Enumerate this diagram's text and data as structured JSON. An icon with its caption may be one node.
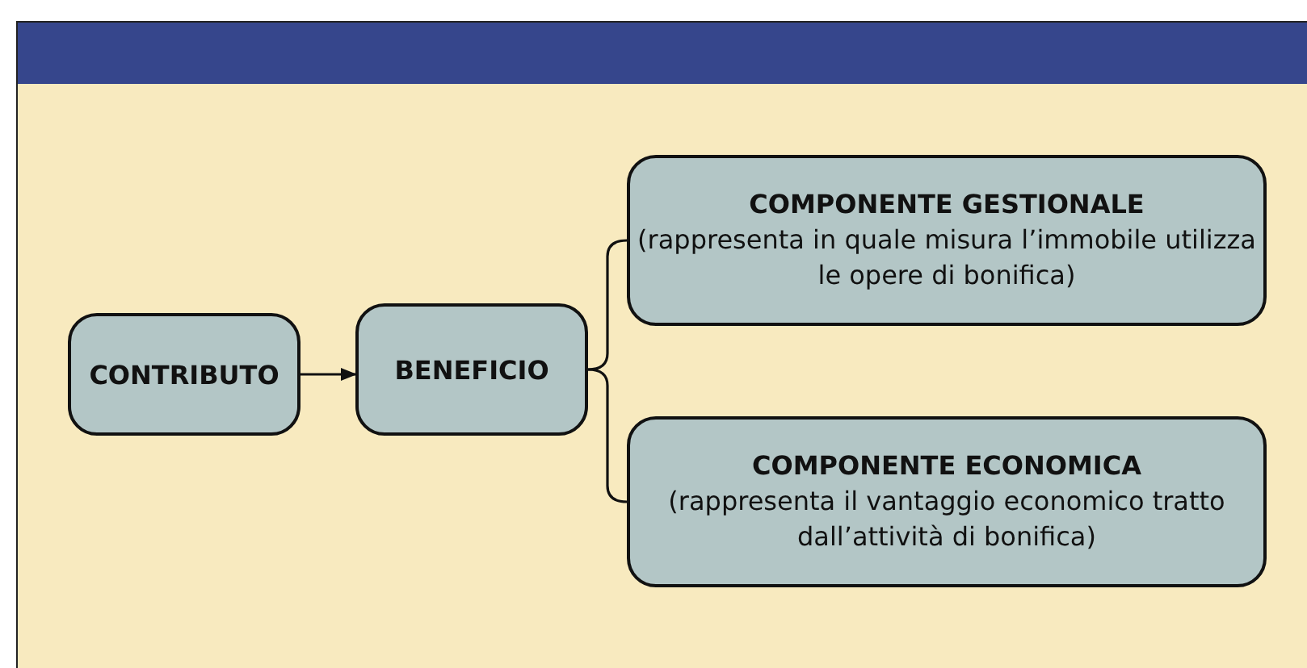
{
  "diagram": {
    "nodes": [
      {
        "text": [
          "CONTRIBUTO"
        ]
      },
      {
        "text": [
          "BENEFICIO"
        ]
      },
      {
        "text": [
          "COMPONENTE GESTIONALE",
          "(rappresenta in quale misura l’immobile utilizza le opere di bonifica)"
        ]
      },
      {
        "text": [
          "COMPONENTE ECONOMICA",
          "(rappresenta il vantaggio economico tratto dall’attività di bonifica)"
        ]
      }
    ],
    "edges": [
      {
        "from": 0,
        "to": 1,
        "arrow": "to"
      },
      {
        "from": 1,
        "to": 2,
        "arrow": "none"
      },
      {
        "from": 1,
        "to": 3,
        "arrow": "none"
      }
    ]
  }
}
